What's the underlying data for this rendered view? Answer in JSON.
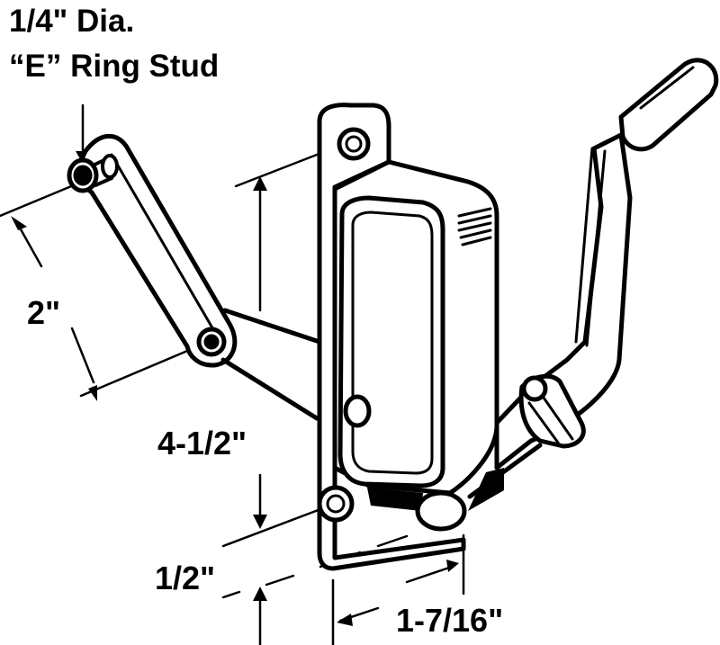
{
  "callout": {
    "line1": "1/4\" Dia.",
    "line2": "“E” Ring Stud"
  },
  "dimensions": {
    "arm_length": "2\"",
    "mount_height": "4-1/2\"",
    "offset": "1/2\"",
    "depth": "1-7/16\""
  },
  "parts": {
    "operator_body": "window-operator-housing",
    "handle": "crank-handle",
    "arm": "operator-arm",
    "stud": "e-ring-stud"
  },
  "colors": {
    "ink": "#000000",
    "paper": "#ffffff"
  }
}
